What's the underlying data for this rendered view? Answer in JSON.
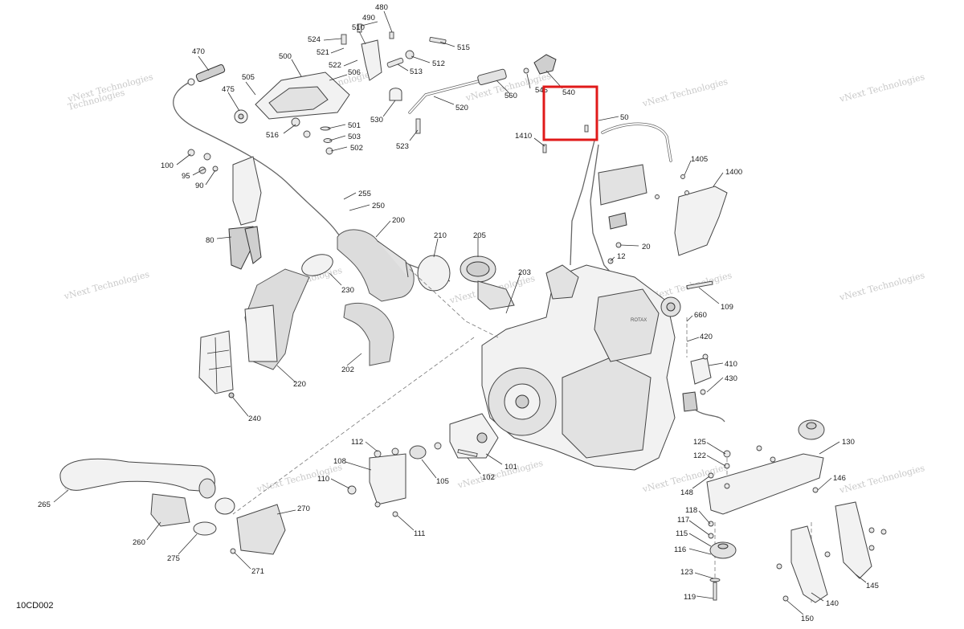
{
  "figure_code": "10CD002",
  "watermark": "vNext Technologies",
  "highlight_color": "#e01a1a",
  "callouts": [
    "480",
    "490",
    "510",
    "524",
    "521",
    "522",
    "506",
    "500",
    "515",
    "512",
    "513",
    "470",
    "505",
    "475",
    "530",
    "520",
    "560",
    "545",
    "540",
    "50",
    "516",
    "501",
    "503",
    "502",
    "523",
    "1410",
    "100",
    "95",
    "90",
    "255",
    "250",
    "200",
    "80",
    "210",
    "205",
    "203",
    "1405",
    "1400",
    "20",
    "12",
    "109",
    "660",
    "420",
    "410",
    "430",
    "230",
    "220",
    "202",
    "240",
    "112",
    "108",
    "110",
    "105",
    "102",
    "101",
    "111",
    "265",
    "260",
    "275",
    "270",
    "271",
    "125",
    "122",
    "148",
    "130",
    "146",
    "118",
    "117",
    "115",
    "116",
    "123",
    "119",
    "150",
    "140",
    "145"
  ]
}
